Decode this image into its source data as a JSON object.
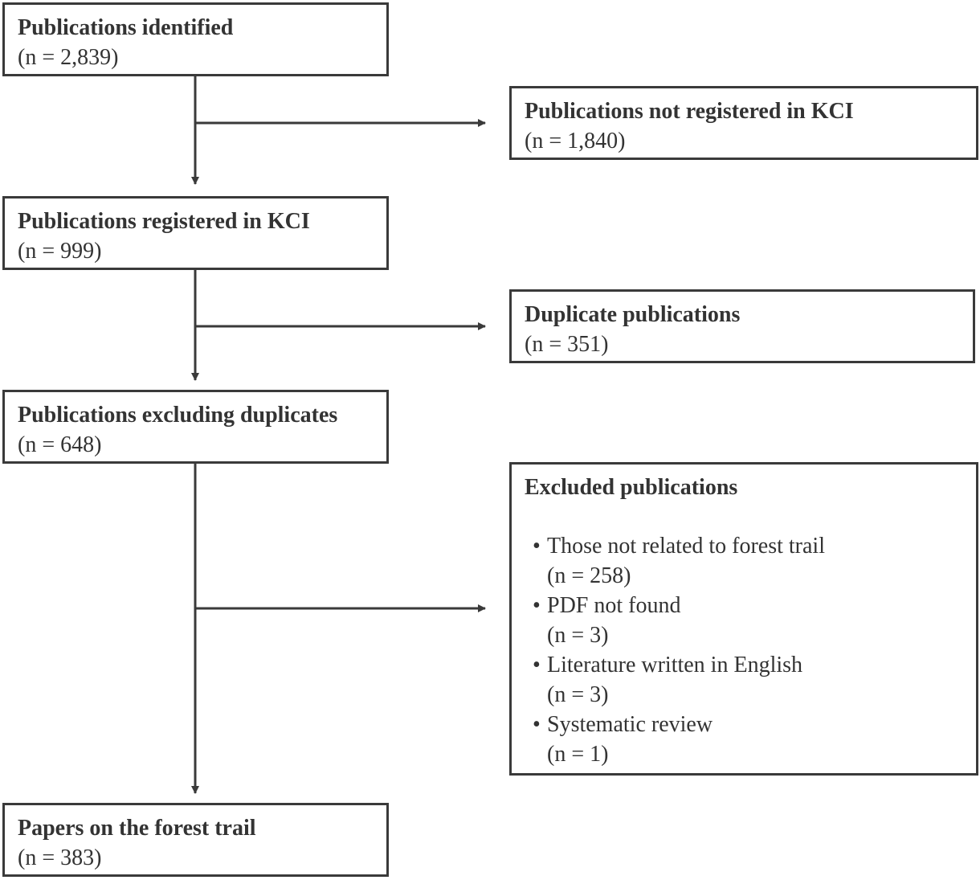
{
  "main_flow": [
    {
      "title": "Publications identified",
      "count": "(n = 2,839)"
    },
    {
      "title": "Publications registered in KCI",
      "count": "(n = 999)"
    },
    {
      "title": "Publications excluding duplicates",
      "count": "(n = 648)"
    },
    {
      "title": "Papers on the forest trail",
      "count": "(n = 383)"
    }
  ],
  "side_boxes": [
    {
      "title": "Publications not registered in KCI",
      "count": "(n = 1,840)"
    },
    {
      "title": "Duplicate publications",
      "count": "(n = 351)"
    }
  ],
  "excluded": {
    "title": "Excluded publications",
    "bullet": "•",
    "reasons": [
      {
        "label": "Those not related to forest trail",
        "count": "(n = 258)"
      },
      {
        "label": "PDF not found",
        "count": "(n = 3)"
      },
      {
        "label": "Literature written in English",
        "count": "(n = 3)"
      },
      {
        "label": "Systematic review",
        "count": "(n = 1)"
      }
    ]
  },
  "colors": {
    "border": "#3a3a3a",
    "text": "#333333",
    "background": "#ffffff"
  }
}
